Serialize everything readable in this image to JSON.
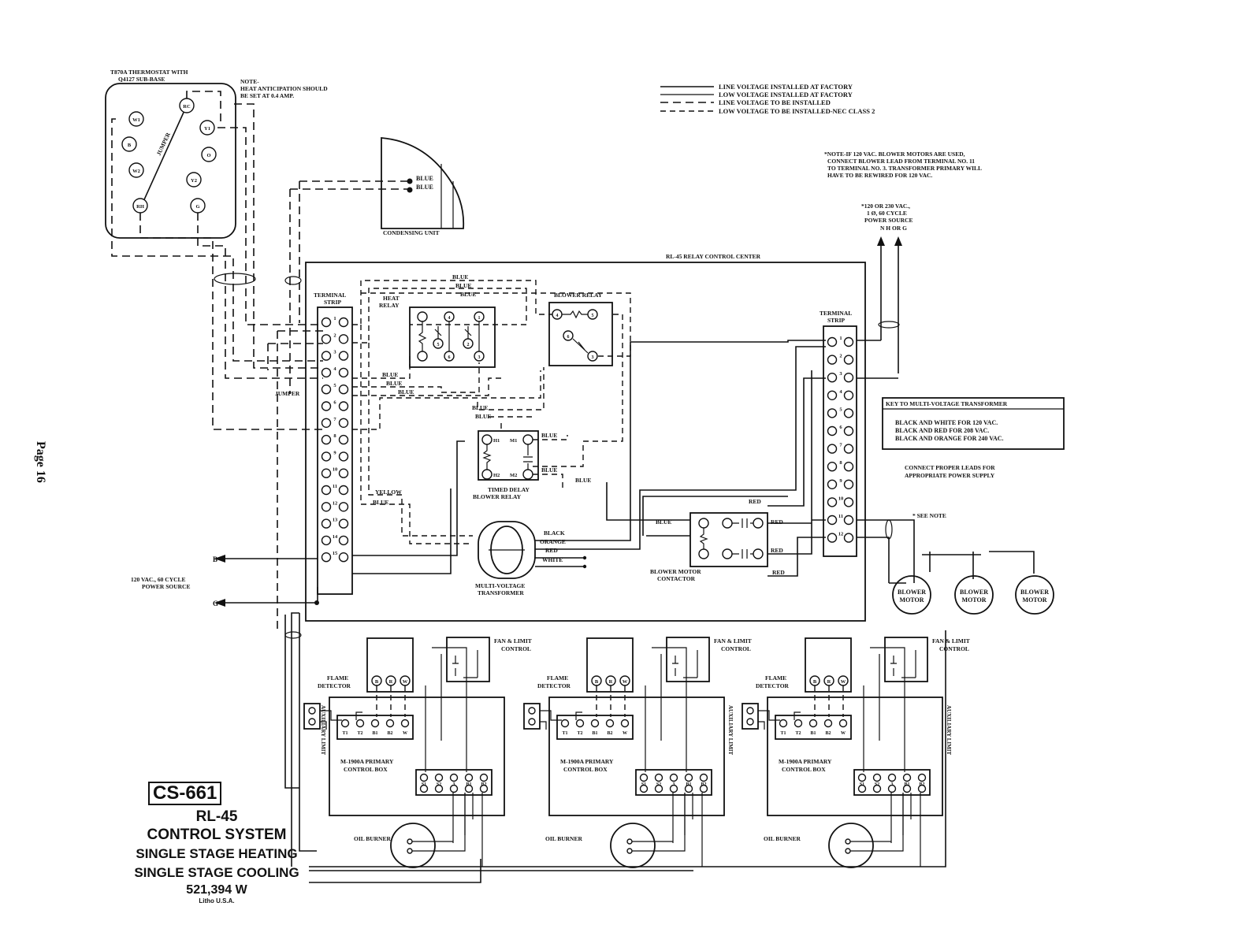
{
  "page": {
    "number_label": "Page 16"
  },
  "title": {
    "code": "CS-661",
    "line1": "RL-45",
    "line2": "CONTROL SYSTEM",
    "line3": "SINGLE STAGE HEATING",
    "line4": "SINGLE STAGE COOLING",
    "line5": "521,394 W",
    "line6": "Litho U.S.A."
  },
  "thermostat": {
    "caption_line1": "T870A THERMOSTAT WITH",
    "caption_line2": "Q4127 SUB-BASE",
    "jumper_label": "JUMPER",
    "terminals": [
      "RC",
      "Y1",
      "O",
      "Y2",
      "G",
      "RH",
      "W2",
      "B",
      "W1"
    ],
    "note_line1": "NOTE-",
    "note_line2": "HEAT ANTICIPATION SHOULD",
    "note_line3": "BE SET AT 0.4 AMP."
  },
  "condensing_unit": {
    "label": "CONDENSING UNIT",
    "wire1": "BLUE",
    "wire2": "BLUE"
  },
  "legend": [
    "LINE VOLTAGE INSTALLED AT FACTORY",
    "LOW VOLTAGE INSTALLED AT FACTORY",
    "LINE VOLTAGE TO BE INSTALLED",
    "LOW VOLTAGE TO BE INSTALLED-NEC CLASS 2"
  ],
  "note_right": [
    "*NOTE-IF 120 VAC. BLOWER MOTORS ARE USED,",
    "CONNECT BLOWER LEAD FROM TERMINAL NO. 11",
    "TO TERMINAL NO. 3. TRANSFORMER PRIMARY WILL",
    "HAVE TO BE REWIRED FOR 120 VAC."
  ],
  "power_source_right": [
    "*120 OR 230 VAC.,",
    "1 Ø, 60 CYCLE",
    "POWER SOURCE",
    "N    H OR G"
  ],
  "relay_center": {
    "label": "RL-45 RELAY CONTROL CENTER"
  },
  "terminal_strip_left": {
    "label_line1": "TERMINAL",
    "label_line2": "STRIP",
    "jumper": "JUMPER",
    "numbers": [
      "1",
      "2",
      "3",
      "4",
      "5",
      "6",
      "7",
      "8",
      "9",
      "10",
      "11",
      "12",
      "13",
      "14",
      "15"
    ]
  },
  "terminal_strip_right": {
    "label_line1": "TERMINAL",
    "label_line2": "STRIP",
    "numbers": [
      "1",
      "2",
      "3",
      "4",
      "5",
      "6",
      "7",
      "8",
      "9",
      "10",
      "11",
      "12"
    ]
  },
  "heat_relay": {
    "label_line1": "HEAT",
    "label_line2": "RELAY",
    "terminals": [
      "1",
      "4",
      "5",
      "6",
      "2",
      "3"
    ]
  },
  "blower_relay": {
    "label": "BLOWER RELAY",
    "terminals": [
      "4",
      "5",
      "6",
      "3"
    ]
  },
  "timed_delay": {
    "label_line1": "TIMED DELAY",
    "label_line2": "BLOWER RELAY",
    "terminals": [
      "H1",
      "M1",
      "H2",
      "M2"
    ]
  },
  "transformer": {
    "label_line1": "MULTI-VOLTAGE",
    "label_line2": "TRANSFORMER",
    "leads": [
      "BLACK",
      "ORANGE",
      "RED",
      "WHITE"
    ]
  },
  "contactor": {
    "label_line1": "BLOWER MOTOR",
    "label_line2": "CONTACTOR"
  },
  "wires": {
    "blue": "BLUE",
    "yellow": "YELLOW",
    "red": "RED"
  },
  "key_box": {
    "title": "KEY TO MULTI-VOLTAGE TRANSFORMER",
    "lines": [
      "BLACK AND WHITE FOR 120 VAC.",
      "BLACK AND RED FOR 208 VAC.",
      "BLACK AND ORANGE FOR 240 VAC."
    ]
  },
  "connect_note": [
    "CONNECT PROPER LEADS FOR",
    "APPROPRIATE POWER SUPPLY"
  ],
  "see_note": "* SEE NOTE",
  "blower_motor": {
    "line1": "BLOWER",
    "line2": "MOTOR"
  },
  "power_left": {
    "line1": "120 VAC., 60 CYCLE",
    "line2": "POWER SOURCE",
    "B": "B",
    "G": "G"
  },
  "burner_units": {
    "fan_limit_line1": "FAN & LIMIT",
    "fan_limit_line2": "CONTROL",
    "flame_line1": "FLAME",
    "flame_line2": "DETECTOR",
    "flame_terms": [
      "B",
      "R",
      "W"
    ],
    "aux_limit": "AUXILIARY LIMIT",
    "primary_line1": "M-1900A PRIMARY",
    "primary_line2": "CONTROL BOX",
    "oil_burner": "OIL BURNER",
    "top_terms": [
      "T1",
      "T2",
      "B1",
      "B2",
      "W"
    ],
    "bottom_terms": [
      "S1",
      "S2",
      "3",
      "B1",
      "B2"
    ]
  },
  "colors": {
    "ink": "#111111",
    "paper": "#ffffff"
  }
}
